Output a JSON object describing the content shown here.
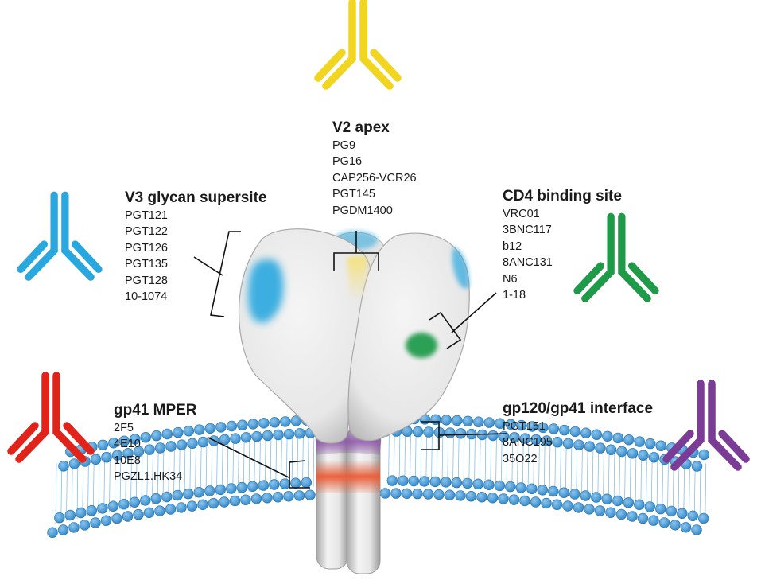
{
  "colors": {
    "v2_apex": "#f2d51e",
    "v3_glycan": "#29a8df",
    "cd4_binding": "#1f9a48",
    "mper": "#e2231a",
    "interface": "#7b3c96",
    "lipid_head": "#3f95d6",
    "membrane_orange": "#e8623c",
    "glycoprotein_gray": "#e8e8e8"
  },
  "sites": [
    {
      "key": "v2",
      "title": "V2 apex",
      "color": "#f2d51e",
      "antibodies": [
        "PG9",
        "PG16",
        "CAP256-VCR26",
        "PGT145",
        "PGDM1400"
      ]
    },
    {
      "key": "v3",
      "title": "V3 glycan supersite",
      "color": "#29a8df",
      "antibodies": [
        "PGT121",
        "PGT122",
        "PGT126",
        "PGT135",
        "PGT128",
        "10-1074"
      ]
    },
    {
      "key": "cd4",
      "title": "CD4 binding site",
      "color": "#1f9a48",
      "antibodies": [
        "VRC01",
        "3BNC117",
        "b12",
        "8ANC131",
        "N6",
        "1-18"
      ]
    },
    {
      "key": "mper",
      "title": "gp41 MPER",
      "color": "#e2231a",
      "antibodies": [
        "2F5",
        "4E10",
        "10E8",
        "PGZL1.HK34"
      ]
    },
    {
      "key": "interface",
      "title": "gp120/gp41 interface",
      "color": "#7b3c96",
      "antibodies": [
        "PGT151",
        "8ANC195",
        "35O22"
      ]
    }
  ]
}
